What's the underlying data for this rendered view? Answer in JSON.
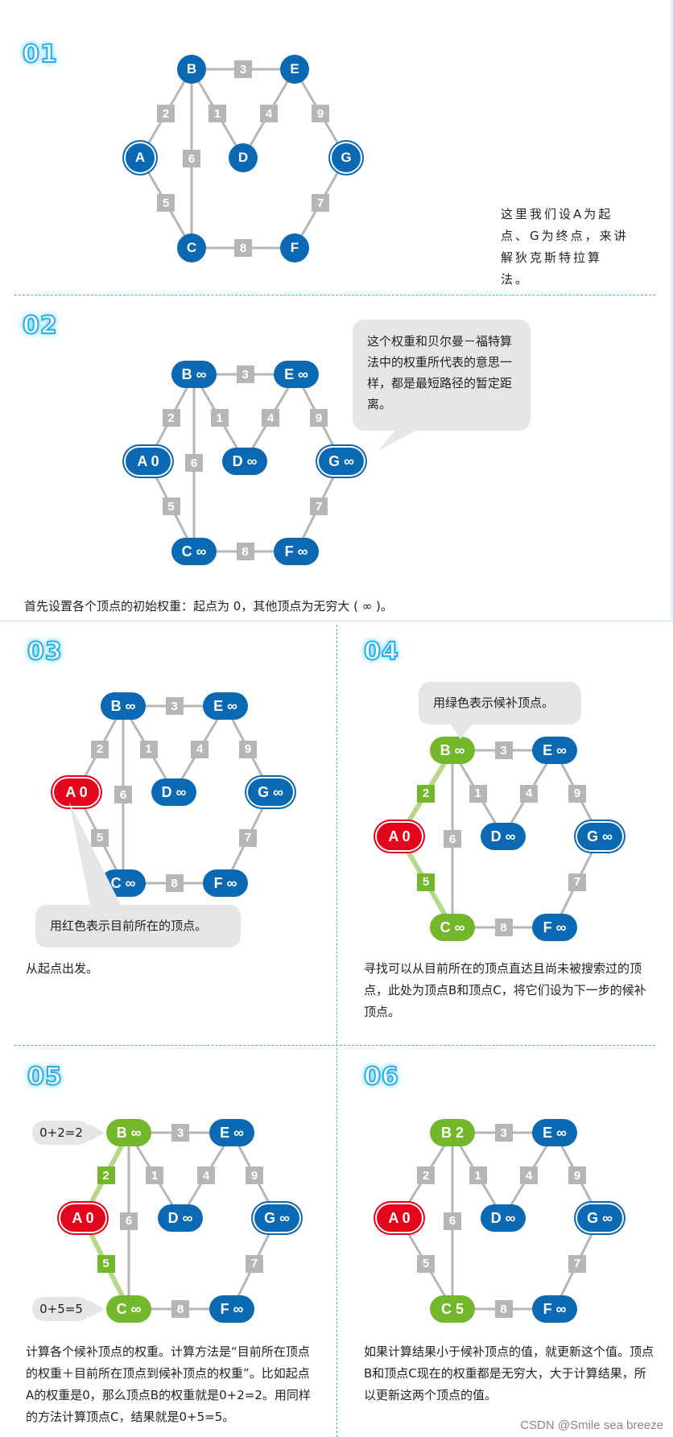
{
  "steps": [
    {
      "no": "01",
      "text": "这里我们设A为起点、G为终点，来讲解狄克斯特拉算法。"
    },
    {
      "no": "02",
      "bubble": "这个权重和贝尔曼－福特算法中的权重所代表的意思一样，都是最短路径的暂定距离。",
      "text": "首先设置各个顶点的初始权重：起点为 0，其他顶点为无穷大 ( ∞ )。"
    },
    {
      "no": "03",
      "bubble": "用红色表示目前所在的顶点。",
      "text": "从起点出发。"
    },
    {
      "no": "04",
      "bubble": "用绿色表示候补顶点。",
      "text": "寻找可以从目前所在的顶点直达且尚未被搜索过的顶点，此处为顶点B和顶点C，将它们设为下一步的候补顶点。"
    },
    {
      "no": "05",
      "calc_b": "0+2=2",
      "calc_c": "0+5=5",
      "text": "计算各个候补顶点的权重。计算方法是“目前所在顶点的权重＋目前所在顶点到候补顶点的权重”。比如起点A的权重是0，那么顶点B的权重就是0+2=2。用同样的方法计算顶点C，结果就是0+5=5。"
    },
    {
      "no": "06",
      "text": "如果计算结果小于候补顶点的值，就更新这个值。顶点B和顶点C现在的权重都是无穷大，大于计算结果，所以更新这两个顶点的值。"
    }
  ],
  "graph": {
    "edges": [
      {
        "from": "A",
        "to": "B",
        "w": "2"
      },
      {
        "from": "A",
        "to": "C",
        "w": "5"
      },
      {
        "from": "B",
        "to": "C",
        "w": "6"
      },
      {
        "from": "B",
        "to": "D",
        "w": "1"
      },
      {
        "from": "B",
        "to": "E",
        "w": "3"
      },
      {
        "from": "D",
        "to": "E",
        "w": "4"
      },
      {
        "from": "C",
        "to": "F",
        "w": "8"
      },
      {
        "from": "E",
        "to": "G",
        "w": "9"
      },
      {
        "from": "F",
        "to": "G",
        "w": "7"
      }
    ]
  },
  "nodes": {
    "g1": {
      "A": "A",
      "B": "B",
      "C": "C",
      "D": "D",
      "E": "E",
      "F": "F",
      "G": "G"
    },
    "g2": {
      "A": "A 0",
      "B": "B ∞",
      "C": "C ∞",
      "D": "D ∞",
      "E": "E ∞",
      "F": "F ∞",
      "G": "G ∞"
    },
    "g3": {
      "A": "A 0",
      "B": "B ∞",
      "C": "C ∞",
      "D": "D ∞",
      "E": "E ∞",
      "F": "F ∞",
      "G": "G ∞"
    },
    "g4": {
      "A": "A 0",
      "B": "B ∞",
      "C": "C ∞",
      "D": "D ∞",
      "E": "E ∞",
      "F": "F ∞",
      "G": "G ∞"
    },
    "g5": {
      "A": "A 0",
      "B": "B ∞",
      "C": "C ∞",
      "D": "D ∞",
      "E": "E ∞",
      "F": "F ∞",
      "G": "G ∞"
    },
    "g6": {
      "A": "A 0",
      "B": "B 2",
      "C": "C 5",
      "D": "D ∞",
      "E": "E ∞",
      "F": "F ∞",
      "G": "G ∞"
    }
  },
  "colors": {
    "blue": "#0b68b3",
    "red": "#e3051b",
    "green": "#73b72b",
    "edge": "#b6b6b6",
    "light_green": "#b5d88a",
    "divider": "#41b8e6"
  },
  "watermark": "CSDN @Smile sea breeze"
}
